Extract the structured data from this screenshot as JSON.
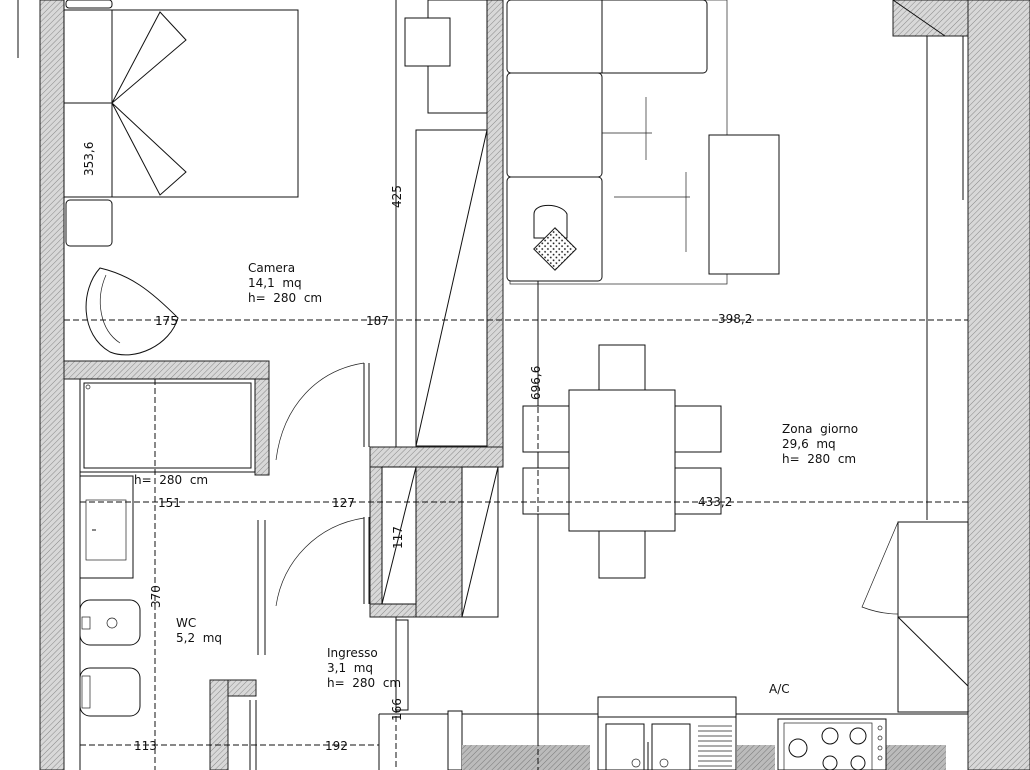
{
  "rooms": {
    "camera": {
      "name": "Camera",
      "area": "14,1  mq",
      "height": "h=  280  cm"
    },
    "zona_giorno": {
      "name": "Zona  giorno",
      "area": "29,6  mq",
      "height": "h=  280  cm"
    },
    "bagno": {
      "height": "h=  280  cm"
    },
    "wc": {
      "name": "WC",
      "area": "5,2  mq"
    },
    "ingresso": {
      "name": "Ingresso",
      "area": "3,1  mq",
      "height": "h=  280  cm"
    }
  },
  "labels": {
    "ac": "A/C"
  },
  "dimensions": {
    "d353": "353,6",
    "d425": "425",
    "d696": "696,6",
    "d175": "175",
    "d187": "187",
    "d398": "398,2",
    "d151": "151",
    "d127": "127",
    "d433": "433,2",
    "d117": "117",
    "d370": "370",
    "d166": "166",
    "d113": "113",
    "d192": "192"
  },
  "colors": {
    "line": "#111111",
    "hatch": "#9a9a9a",
    "background": "#ffffff"
  }
}
